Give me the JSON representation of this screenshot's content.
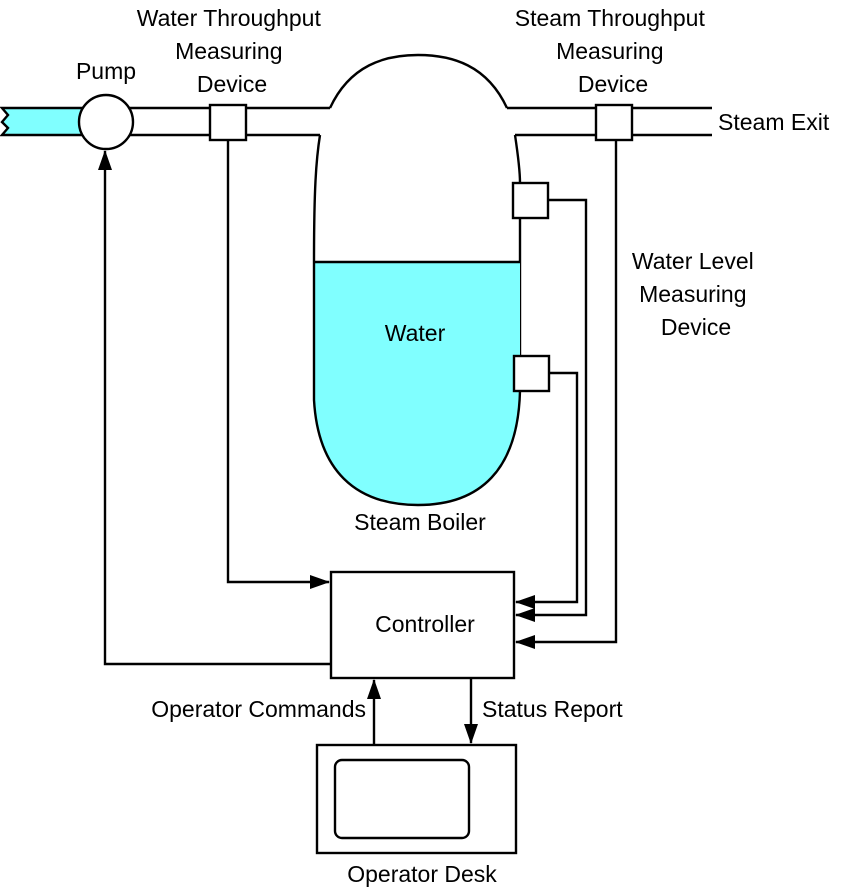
{
  "colors": {
    "water": "#80ffff",
    "line": "#000000",
    "background": "#ffffff"
  },
  "labels": {
    "pump": "Pump",
    "water_throughput_device": [
      "Water Throughput",
      "Measuring",
      "Device"
    ],
    "steam_throughput_device": [
      "Steam Throughput",
      "Measuring",
      "Device"
    ],
    "steam_exit": "Steam Exit",
    "water_level_device": [
      "Water Level",
      "Measuring",
      "Device"
    ],
    "water": "Water",
    "steam_boiler": "Steam Boiler",
    "controller": "Controller",
    "operator_commands": "Operator Commands",
    "status_report": "Status Report",
    "operator_desk": "Operator Desk"
  }
}
